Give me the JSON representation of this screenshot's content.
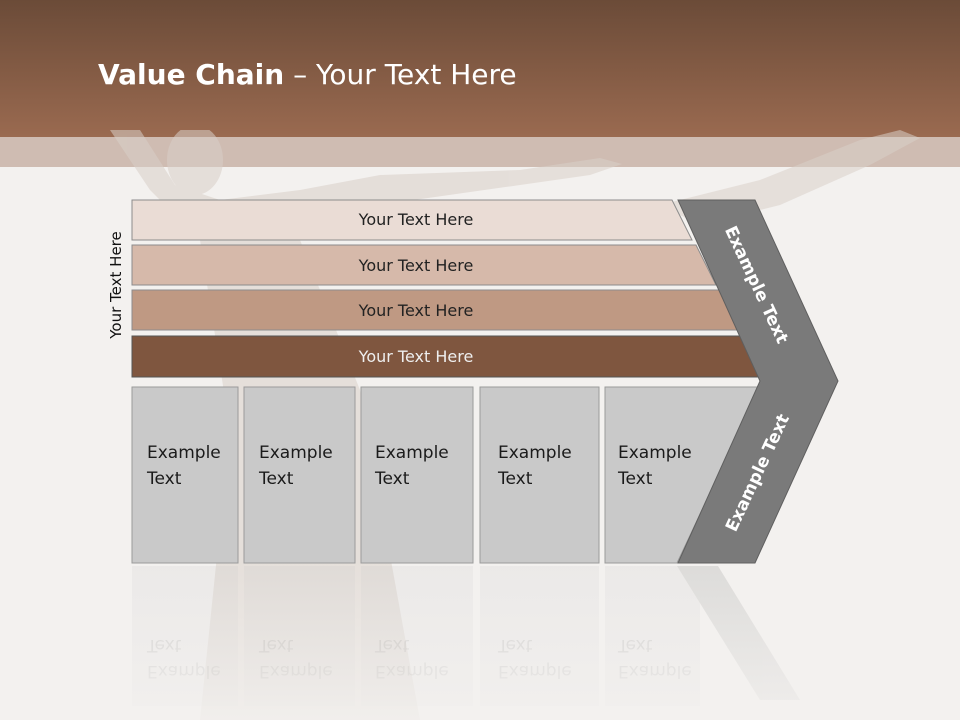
{
  "title": {
    "bold": "Value Chain",
    "rest": " – Your Text Here"
  },
  "side_label": "Your Text Here",
  "rows": [
    {
      "label": "Your Text Here"
    },
    {
      "label": "Your Text Here"
    },
    {
      "label": "Your Text Here"
    },
    {
      "label": "Your Text Here"
    }
  ],
  "columns": [
    {
      "line1": "Example",
      "line2": "Text"
    },
    {
      "line1": "Example",
      "line2": "Text"
    },
    {
      "line1": "Example",
      "line2": "Text"
    },
    {
      "line1": "Example",
      "line2": "Text"
    },
    {
      "line1": "Example",
      "line2": "Text"
    }
  ],
  "chevron": {
    "upper": "Example Text",
    "lower": "Example Text"
  },
  "colors": {
    "header_top": "#6b4b38",
    "header_bottom": "#9a6a50",
    "row1": "#eadcd5",
    "row2": "#d6b9aa",
    "row3": "#bf9983",
    "row4": "#7f563f",
    "column_fill": "#c9c9c9",
    "chevron_fill": "#7a7a7a"
  }
}
